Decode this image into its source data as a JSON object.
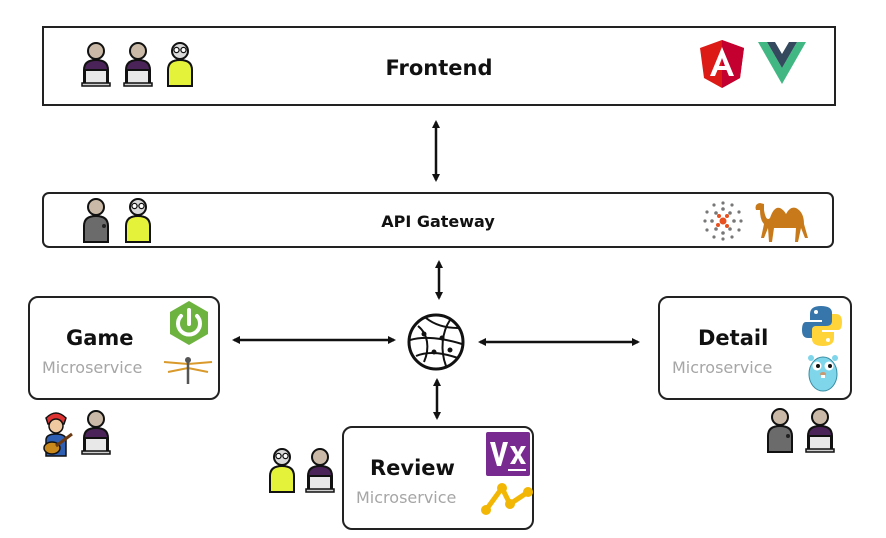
{
  "frontend": {
    "title": "Frontend",
    "tech_icons": [
      "angular-icon",
      "vue-icon"
    ]
  },
  "api_gateway": {
    "title": "API Gateway",
    "tech_icons": [
      "dot-cluster-icon",
      "camel-icon"
    ]
  },
  "services": {
    "game": {
      "name": "Game",
      "subtitle": "Microservice",
      "tech_icons": [
        "spring-boot-icon",
        "dragonfly-icon"
      ]
    },
    "detail": {
      "name": "Detail",
      "subtitle": "Microservice",
      "tech_icons": [
        "python-icon",
        "go-gopher-icon"
      ]
    },
    "review": {
      "name": "Review",
      "subtitle": "Microservice",
      "tech_icons": [
        "vertx-icon",
        "graph-nodes-icon"
      ]
    }
  },
  "hub_icon": "globe-network-icon",
  "colors": {
    "angular": "#dd1b16",
    "vue_green": "#41b883",
    "vue_dark": "#34495e",
    "spring": "#6db33f",
    "vertx": "#782a90",
    "graph_nodes": "#f2b705",
    "python_blue": "#3776ab",
    "python_yellow": "#ffd43b",
    "gopher": "#7fd5ea",
    "camel": "#c87a1a",
    "person_yellow": "#e5f23a",
    "person_purple": "#4a2358",
    "person_gray": "#6b6b6b"
  }
}
